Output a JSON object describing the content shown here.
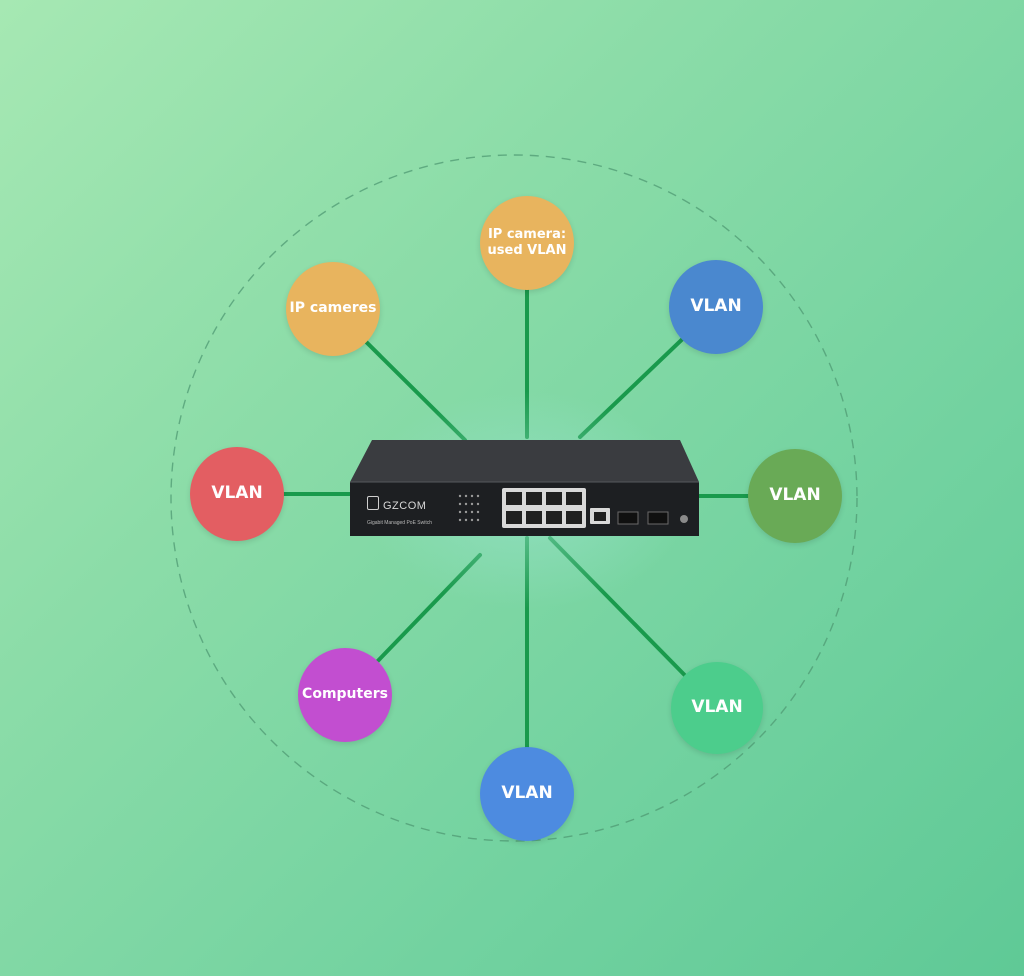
{
  "diagram": {
    "center": {
      "brand": "GZCOM",
      "model": "Gigabit Managed PoE Switch"
    },
    "colors": {
      "line": "#199a4c",
      "ring": "#4f9a73",
      "switch_body": "#1d1f22",
      "switch_top": "#3a3c40"
    },
    "nodes": [
      {
        "label": "IP camera:\nused VLAN",
        "color": "#e8b45e"
      },
      {
        "label": "VLAN",
        "color": "#4a88cf"
      },
      {
        "label": "VLAN",
        "color": "#69aa56"
      },
      {
        "label": "VLAN",
        "color": "#4ccd8c"
      },
      {
        "label": "VLAN",
        "color": "#4d8be0"
      },
      {
        "label": "Computers",
        "color": "#c24ed0"
      },
      {
        "label": "VLAN",
        "color": "#e35e62"
      },
      {
        "label": "IP cameres",
        "color": "#e8b45e"
      }
    ]
  }
}
